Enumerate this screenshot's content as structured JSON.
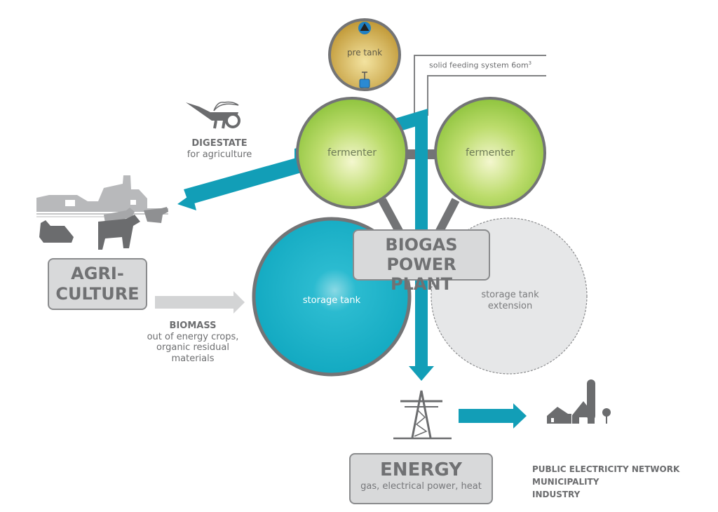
{
  "colors": {
    "teal": "#129eb7",
    "teal_light": "#1bb8cf",
    "gold": "#c9a43f",
    "green": "#93c741",
    "grey_outline": "#737476",
    "grey_box": "#d8d9da",
    "light_grey_arrow": "#d3d4d5",
    "icon_grey": "#6b6c6e"
  },
  "pre_tank": {
    "label": "pre tank",
    "icons": [
      "warning-triangle-icon",
      "valve-icon"
    ]
  },
  "feeding_system": {
    "label": "solid feeding system 6om",
    "superscript": "3"
  },
  "digestate": {
    "title": "DIGESTATE",
    "subtitle": "for agriculture",
    "icon": "wheelbarrow-icon"
  },
  "fermenters": [
    {
      "label": "fermenter"
    },
    {
      "label": "fermenter"
    }
  ],
  "storage_tank": {
    "label": "storage tank"
  },
  "storage_extension": {
    "line1": "storage tank",
    "line2": "extension"
  },
  "plant": {
    "line1": "BIOGAS",
    "line2": "POWER PLANT"
  },
  "agriculture": {
    "line1": "AGRI-",
    "line2": "CULTURE",
    "icon": "farm-with-cows-icon"
  },
  "biomass": {
    "title": "BIOMASS",
    "lines": [
      "out of energy crops,",
      "organic residual",
      "materials"
    ]
  },
  "energy": {
    "title": "ENERGY",
    "subtitle": "gas, electrical power, heat",
    "icon": "power-pylon-icon"
  },
  "consumers": {
    "lines": [
      "PUBLIC ELECTRICITY NETWORK",
      "MUNICIPALITY",
      "INDUSTRY"
    ],
    "icon": "town-buildings-icon"
  }
}
